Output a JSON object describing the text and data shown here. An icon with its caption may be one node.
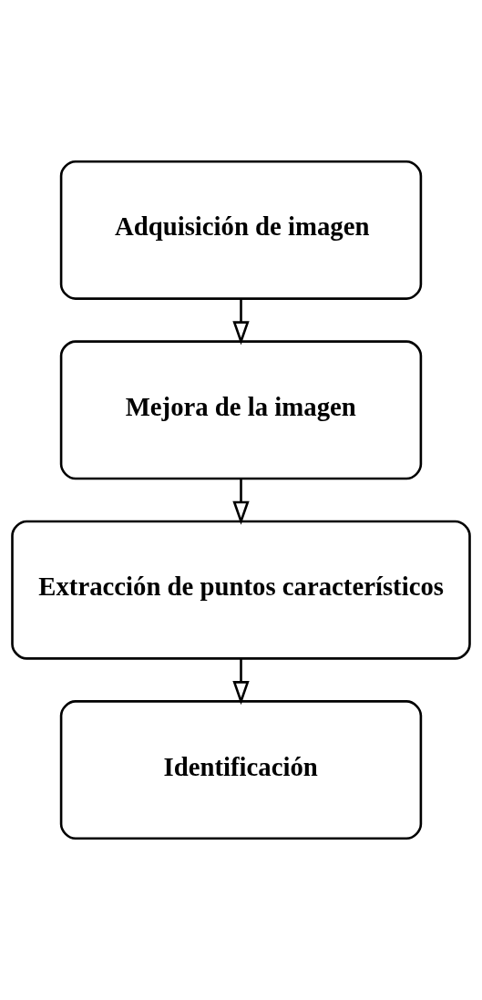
{
  "diagram": {
    "nodes": [
      {
        "text": [
          "Adquisición de imagen"
        ]
      },
      {
        "text": [
          "Mejora de la imagen"
        ]
      },
      {
        "text": [
          "Extracción de puntos característicos"
        ]
      },
      {
        "text": [
          "Identificación"
        ]
      }
    ],
    "edges": [
      {
        "from": 0,
        "to": 1,
        "arrow": "to"
      },
      {
        "from": 1,
        "to": 2,
        "arrow": "to"
      },
      {
        "from": 2,
        "to": 3,
        "arrow": "to"
      }
    ]
  }
}
